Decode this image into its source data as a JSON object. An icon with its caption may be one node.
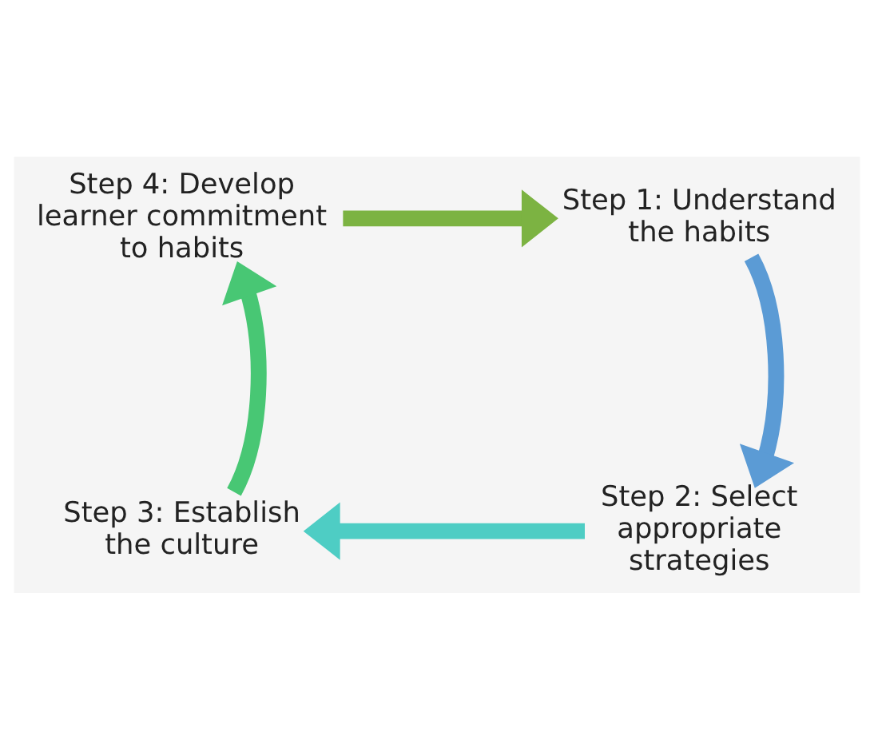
{
  "diagram": {
    "nodes": [
      {
        "text": [
          "Step 4: Develop learner commitment to habits"
        ]
      },
      {
        "text": [
          "Step 1: Understand the habits"
        ]
      },
      {
        "text": [
          "Step 2: Select appropriate strategies"
        ]
      },
      {
        "text": [
          "Step 3: Establish the culture"
        ]
      }
    ],
    "edges": [
      {
        "from": 0,
        "to": 1,
        "arrow": "to",
        "color": "#7cb342"
      },
      {
        "from": 1,
        "to": 2,
        "arrow": "to",
        "color": "#5b9bd5"
      },
      {
        "from": 2,
        "to": 3,
        "arrow": "to",
        "color": "#4ecdc4"
      },
      {
        "from": 3,
        "to": 0,
        "arrow": "to",
        "color": "#48c774"
      }
    ]
  }
}
